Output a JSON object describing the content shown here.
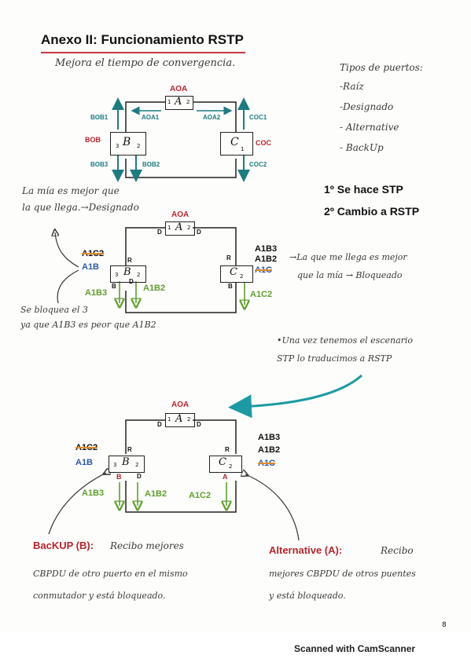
{
  "title": "Anexo II: Funcionamiento RSTP",
  "subtitle": "Mejora el tiempo de convergencia.",
  "port_types": {
    "heading": "Tipos de puertos:",
    "items": [
      "-Raíz",
      "-Designado",
      "- Alternative",
      "- BackUp"
    ]
  },
  "steps": [
    "1º Se hace STP",
    "2º Cambio a RSTP"
  ],
  "diagram1": {
    "switch_a": "A",
    "a_label": "AOA",
    "a_port_left": "1",
    "a_port_right": "2",
    "switch_b": "B",
    "b_label": "BOB",
    "b_port_left": "3",
    "b_port_right": "2",
    "switch_c": "C",
    "c_label": "COC",
    "c_port": "1",
    "aoa1": "AOA1",
    "aoa2": "AOA2",
    "bob1": "BOB1",
    "bob2": "BOB2",
    "bob3": "BOB3",
    "coc1": "COC1",
    "coc2": "COC2"
  },
  "note_left": [
    "La mía es mejor que",
    "la que llega.→Designado"
  ],
  "note_right": [
    "→La que me llega es mejor",
    "que la mía → Bloqueado"
  ],
  "note_bottom_left": [
    "Se bloquea el 3",
    "ya que A1B3 es peor que A1B2"
  ],
  "note_scenario": [
    "•Una vez tenemos el escenario",
    "STP lo traducimos a RSTP"
  ],
  "diagram2": {
    "switch_a": "A",
    "a_label": "AOA",
    "a_d1": "D",
    "a_d2": "D",
    "a_port1": "1",
    "a_port2": "2",
    "switch_b": "B",
    "b_port_left": "3",
    "b_port_right": "2",
    "b_root": "R",
    "b_left_role": "B",
    "b_right_role": "D",
    "switch_c": "C",
    "c_root": "R",
    "c_port": "2",
    "c_bottom_role": "B",
    "left_label_struck": "A1C2",
    "left_label": "A1B",
    "right_label_1": "A1B3",
    "right_label_2": "A1B2",
    "right_label_struck": "A1C",
    "down_left": "A1B3",
    "down_mid": "A1B2",
    "down_right": "A1C2"
  },
  "diagram3": {
    "switch_a": "A",
    "a_label": "AOA",
    "a_d1": "D",
    "a_d2": "D",
    "a_port1": "1",
    "a_port2": "2",
    "switch_b": "B",
    "b_port_left": "3",
    "b_port_right": "2",
    "b_root": "R",
    "b_left_role": "B",
    "b_right_role": "D",
    "switch_c": "C",
    "c_root": "R",
    "c_port": "2",
    "c_bottom_role": "A",
    "left_label_struck": "A1C2",
    "left_label": "A1B",
    "right_label_1": "A1B3",
    "right_label_2": "A1B2",
    "right_label_struck": "A1C",
    "down_left": "A1B3",
    "down_mid": "A1B2",
    "down_right": "A1C2"
  },
  "backup_title": "BacKUP (B):",
  "backup_text": [
    "Recibo mejores",
    "CBPDU de otro puerto en el mismo",
    "conmutador y está bloqueado."
  ],
  "alternative_title": "Alternative (A):",
  "alternative_text": [
    "Recibo",
    "mejores CBPDU de otros puentes",
    "y está bloqueado."
  ],
  "page_number": "8",
  "footer": "Scanned with CamScanner",
  "colors": {
    "red": "#b8242c",
    "blue": "#2f58a8",
    "green": "#5fa02e",
    "teal": "#1c7c80",
    "orange": "#e08a2a"
  }
}
